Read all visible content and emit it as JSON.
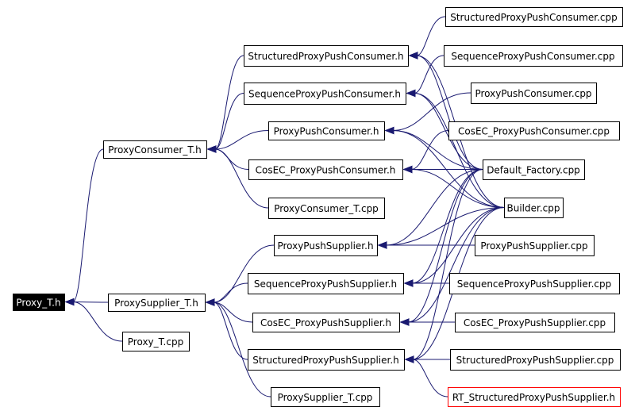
{
  "colors": {
    "edge": "#191970",
    "root_fill": "#000000",
    "root_text": "#ffffff",
    "missing_border": "#ff0000"
  },
  "nodes": [
    {
      "id": "proxy_t_h",
      "label": "Proxy_T.h",
      "style": "root"
    },
    {
      "id": "proxyconsumer_t_h",
      "label": "ProxyConsumer_T.h"
    },
    {
      "id": "proxysupplier_t_h",
      "label": "ProxySupplier_T.h"
    },
    {
      "id": "proxy_t_cpp",
      "label": "Proxy_T.cpp"
    },
    {
      "id": "structuredproxypushconsumer_h",
      "label": "StructuredProxyPushConsumer.h"
    },
    {
      "id": "sequenceproxypushconsumer_h",
      "label": "SequenceProxyPushConsumer.h"
    },
    {
      "id": "proxypushconsumer_h",
      "label": "ProxyPushConsumer.h"
    },
    {
      "id": "cosec_proxypushconsumer_h",
      "label": "CosEC_ProxyPushConsumer.h"
    },
    {
      "id": "proxyconsumer_t_cpp",
      "label": "ProxyConsumer_T.cpp"
    },
    {
      "id": "proxypushsupplier_h",
      "label": "ProxyPushSupplier.h"
    },
    {
      "id": "sequenceproxypushsupplier_h",
      "label": "SequenceProxyPushSupplier.h"
    },
    {
      "id": "cosec_proxypushsupplier_h",
      "label": "CosEC_ProxyPushSupplier.h"
    },
    {
      "id": "structuredproxypushsupplier_h",
      "label": "StructuredProxyPushSupplier.h"
    },
    {
      "id": "proxysupplier_t_cpp",
      "label": "ProxySupplier_T.cpp"
    },
    {
      "id": "structuredproxypushconsumer_cpp",
      "label": "StructuredProxyPushConsumer.cpp"
    },
    {
      "id": "sequenceproxypushconsumer_cpp",
      "label": "SequenceProxyPushConsumer.cpp"
    },
    {
      "id": "proxypushconsumer_cpp",
      "label": "ProxyPushConsumer.cpp"
    },
    {
      "id": "cosec_proxypushconsumer_cpp",
      "label": "CosEC_ProxyPushConsumer.cpp"
    },
    {
      "id": "default_factory_cpp",
      "label": "Default_Factory.cpp"
    },
    {
      "id": "builder_cpp",
      "label": "Builder.cpp"
    },
    {
      "id": "proxypushsupplier_cpp",
      "label": "ProxyPushSupplier.cpp"
    },
    {
      "id": "sequenceproxypushsupplier_cpp",
      "label": "SequenceProxyPushSupplier.cpp"
    },
    {
      "id": "cosec_proxypushsupplier_cpp",
      "label": "CosEC_ProxyPushSupplier.cpp"
    },
    {
      "id": "structuredproxypushsupplier_cpp",
      "label": "StructuredProxyPushSupplier.cpp"
    },
    {
      "id": "rt_structuredproxypushsupplier_h",
      "label": "RT_StructuredProxyPushSupplier.h",
      "style": "missing"
    }
  ],
  "edges": [
    [
      "proxyconsumer_t_h",
      "proxy_t_h"
    ],
    [
      "proxysupplier_t_h",
      "proxy_t_h"
    ],
    [
      "proxy_t_cpp",
      "proxy_t_h"
    ],
    [
      "structuredproxypushconsumer_h",
      "proxyconsumer_t_h"
    ],
    [
      "sequenceproxypushconsumer_h",
      "proxyconsumer_t_h"
    ],
    [
      "proxypushconsumer_h",
      "proxyconsumer_t_h"
    ],
    [
      "cosec_proxypushconsumer_h",
      "proxyconsumer_t_h"
    ],
    [
      "proxyconsumer_t_cpp",
      "proxyconsumer_t_h"
    ],
    [
      "proxypushsupplier_h",
      "proxysupplier_t_h"
    ],
    [
      "sequenceproxypushsupplier_h",
      "proxysupplier_t_h"
    ],
    [
      "cosec_proxypushsupplier_h",
      "proxysupplier_t_h"
    ],
    [
      "structuredproxypushsupplier_h",
      "proxysupplier_t_h"
    ],
    [
      "proxysupplier_t_cpp",
      "proxysupplier_t_h"
    ],
    [
      "structuredproxypushconsumer_cpp",
      "structuredproxypushconsumer_h"
    ],
    [
      "sequenceproxypushconsumer_cpp",
      "sequenceproxypushconsumer_h"
    ],
    [
      "proxypushconsumer_cpp",
      "proxypushconsumer_h"
    ],
    [
      "cosec_proxypushconsumer_cpp",
      "cosec_proxypushconsumer_h"
    ],
    [
      "default_factory_cpp",
      "structuredproxypushconsumer_h"
    ],
    [
      "default_factory_cpp",
      "sequenceproxypushconsumer_h"
    ],
    [
      "default_factory_cpp",
      "proxypushconsumer_h"
    ],
    [
      "default_factory_cpp",
      "cosec_proxypushconsumer_h"
    ],
    [
      "default_factory_cpp",
      "proxypushsupplier_h"
    ],
    [
      "default_factory_cpp",
      "sequenceproxypushsupplier_h"
    ],
    [
      "default_factory_cpp",
      "cosec_proxypushsupplier_h"
    ],
    [
      "default_factory_cpp",
      "structuredproxypushsupplier_h"
    ],
    [
      "builder_cpp",
      "structuredproxypushconsumer_h"
    ],
    [
      "builder_cpp",
      "sequenceproxypushconsumer_h"
    ],
    [
      "builder_cpp",
      "proxypushconsumer_h"
    ],
    [
      "builder_cpp",
      "cosec_proxypushconsumer_h"
    ],
    [
      "builder_cpp",
      "proxypushsupplier_h"
    ],
    [
      "builder_cpp",
      "sequenceproxypushsupplier_h"
    ],
    [
      "builder_cpp",
      "cosec_proxypushsupplier_h"
    ],
    [
      "builder_cpp",
      "structuredproxypushsupplier_h"
    ],
    [
      "proxypushsupplier_cpp",
      "proxypushsupplier_h"
    ],
    [
      "sequenceproxypushsupplier_cpp",
      "sequenceproxypushsupplier_h"
    ],
    [
      "cosec_proxypushsupplier_cpp",
      "cosec_proxypushsupplier_h"
    ],
    [
      "structuredproxypushsupplier_cpp",
      "structuredproxypushsupplier_h"
    ],
    [
      "rt_structuredproxypushsupplier_h",
      "structuredproxypushsupplier_h"
    ]
  ]
}
